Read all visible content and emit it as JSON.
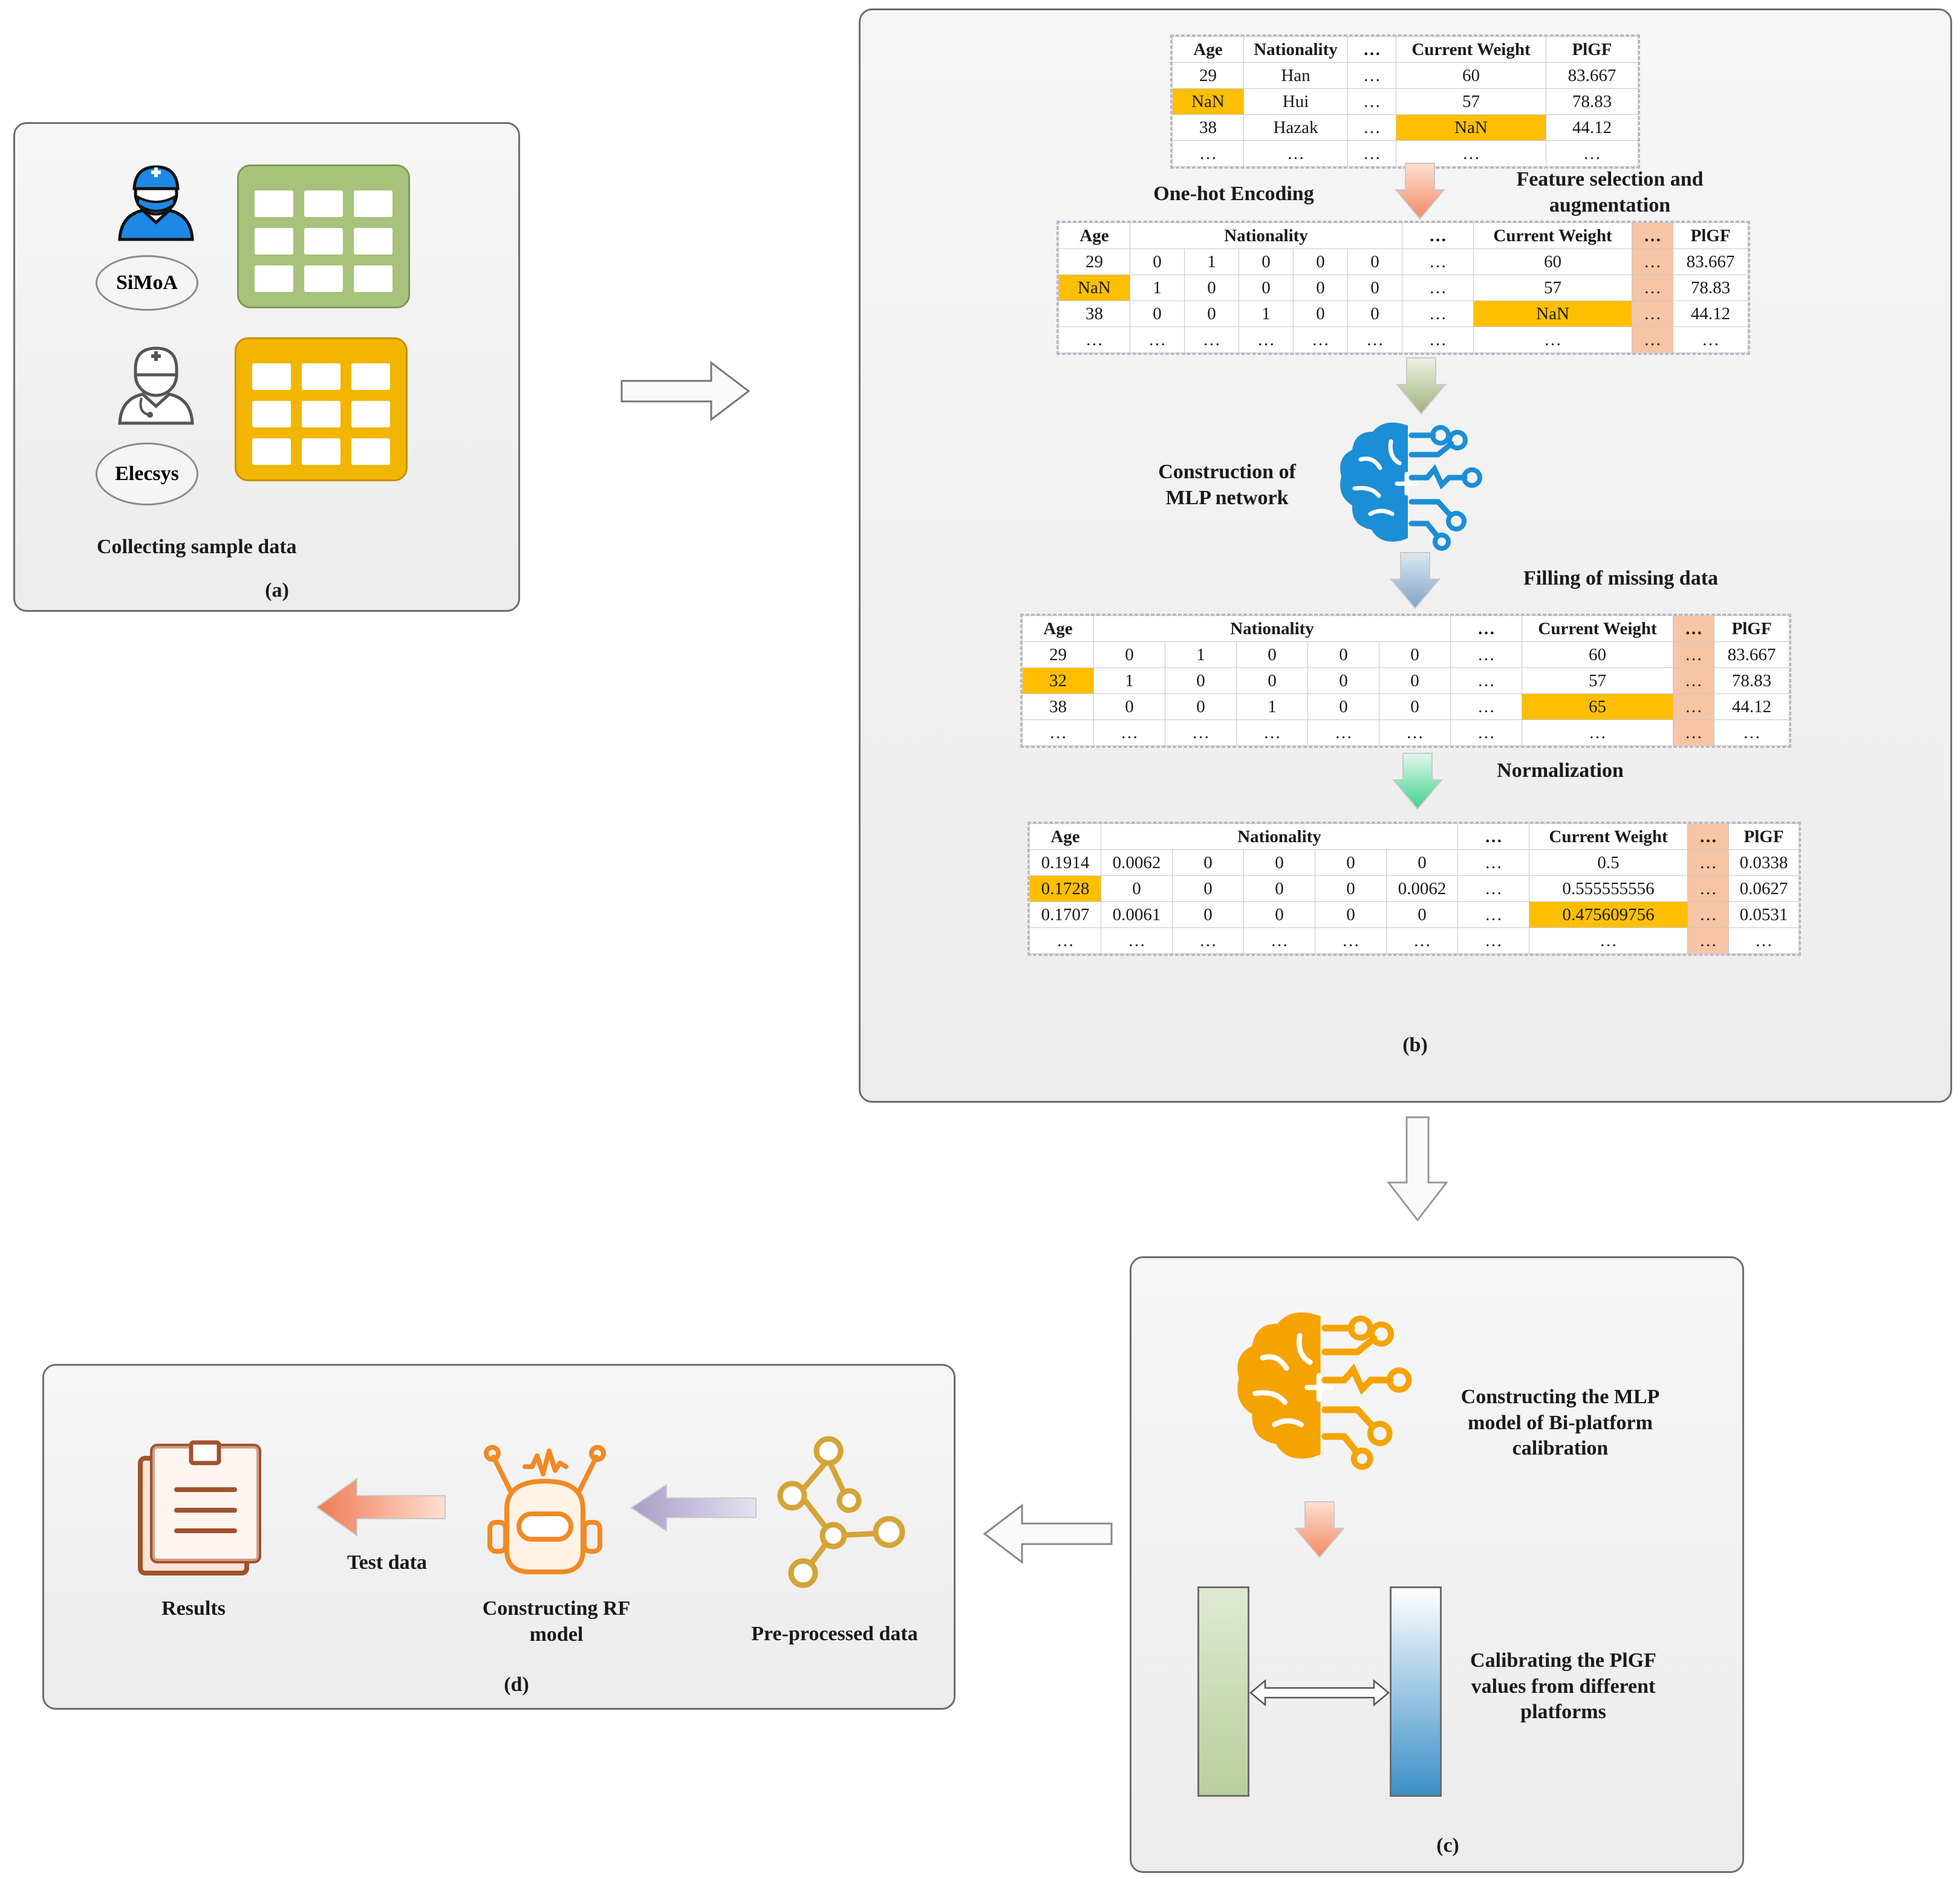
{
  "panel_a": {
    "id": "(a)",
    "caption": "Collecting sample data",
    "platform1": "SiMoA",
    "platform2": "Elecsys",
    "colors": {
      "green_table": "#a7c27a",
      "orange_table": "#f2b600"
    }
  },
  "panel_b": {
    "id": "(b)",
    "step_one_hot": "One-hot Encoding",
    "step_feature": "Feature selection and augmentation",
    "step_mlp": "Construction of MLP network",
    "step_fill": "Filling of missing data",
    "step_norm": "Normalization",
    "table_raw": {
      "headers": [
        "Age",
        "Nationality",
        "…",
        "Current Weight",
        "PlGF"
      ],
      "rows": [
        [
          "29",
          "Han",
          "…",
          "60",
          "83.667"
        ],
        [
          "NaN",
          "Hui",
          "…",
          "57",
          "78.83"
        ],
        [
          "38",
          "Hazak",
          "…",
          "NaN",
          "44.12"
        ],
        [
          "…",
          "…",
          "…",
          "…",
          "…"
        ]
      ]
    },
    "table_onehot": {
      "headers": [
        "Age",
        "Nationality",
        "…",
        "Current Weight",
        "…",
        "PlGF"
      ],
      "rows": [
        [
          "29",
          "0",
          "1",
          "0",
          "0",
          "0",
          "…",
          "60",
          "…",
          "83.667"
        ],
        [
          "NaN",
          "1",
          "0",
          "0",
          "0",
          "0",
          "…",
          "57",
          "…",
          "78.83"
        ],
        [
          "38",
          "0",
          "0",
          "1",
          "0",
          "0",
          "…",
          "NaN",
          "…",
          "44.12"
        ],
        [
          "…",
          "…",
          "…",
          "…",
          "…",
          "…",
          "…",
          "…",
          "…",
          "…"
        ]
      ]
    },
    "table_filled": {
      "headers": [
        "Age",
        "Nationality",
        "…",
        "Current Weight",
        "…",
        "PlGF"
      ],
      "rows": [
        [
          "29",
          "0",
          "1",
          "0",
          "0",
          "0",
          "…",
          "60",
          "…",
          "83.667"
        ],
        [
          "32",
          "1",
          "0",
          "0",
          "0",
          "0",
          "…",
          "57",
          "…",
          "78.83"
        ],
        [
          "38",
          "0",
          "0",
          "1",
          "0",
          "0",
          "…",
          "65",
          "…",
          "44.12"
        ],
        [
          "…",
          "…",
          "…",
          "…",
          "…",
          "…",
          "…",
          "…",
          "…",
          "…"
        ]
      ]
    },
    "table_norm": {
      "headers": [
        "Age",
        "Nationality",
        "…",
        "Current Weight",
        "…",
        "PlGF"
      ],
      "rows": [
        [
          "0.1914",
          "0.0062",
          "0",
          "0",
          "0",
          "0",
          "…",
          "0.5",
          "…",
          "0.0338"
        ],
        [
          "0.1728",
          "0",
          "0",
          "0",
          "0",
          "0.0062",
          "…",
          "0.555555556",
          "…",
          "0.0627"
        ],
        [
          "0.1707",
          "0.0061",
          "0",
          "0",
          "0",
          "0",
          "…",
          "0.475609756",
          "…",
          "0.0531"
        ],
        [
          "…",
          "…",
          "…",
          "…",
          "…",
          "…",
          "…",
          "…",
          "…",
          "…"
        ]
      ]
    }
  },
  "panel_c": {
    "id": "(c)",
    "mlp_label": "Constructing the MLP model of Bi-platform calibration",
    "calib_label": "Calibrating the PlGF values from different platforms"
  },
  "panel_d": {
    "id": "(d)",
    "results": "Results",
    "test_data": "Test data",
    "rf_model": "Constructing RF model",
    "preprocessed": "Pre-processed data"
  },
  "colors": {
    "highlight_orange": "#ffbf00",
    "selected_column": "#f7c4a5",
    "brain_blue": "#1b8ed6",
    "brain_orange": "#f5a300",
    "doctor_blue": "#1e88e5",
    "rf_orange": "#f08a24",
    "results_brown": "#a0522d",
    "node_gold": "#d4a437"
  },
  "icons": [
    "doctor-blue-icon",
    "doctor-gray-icon",
    "brain-circuit-icon",
    "results-document-icon",
    "robot-rf-icon",
    "node-graph-icon"
  ]
}
